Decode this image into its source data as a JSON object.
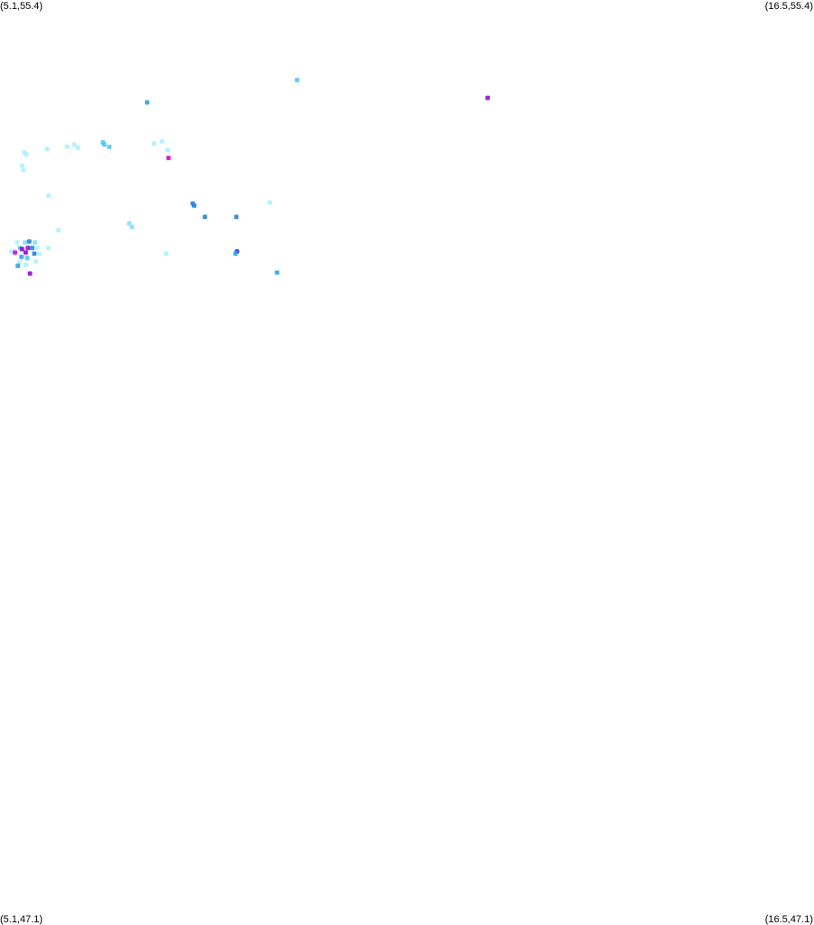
{
  "corners": {
    "top_left": "(5.1,55.4)",
    "top_right": "(16.5,55.4)",
    "bottom_left": "(5.1,47.1)",
    "bottom_right": "(16.5,47.1)"
  },
  "colors": {
    "background": "#ffffff",
    "label": "#000000",
    "light_cyan": "#aaf0ff",
    "cyan": "#7fdcff",
    "sky": "#4fc3f7",
    "blue": "#2a9de8",
    "mid_blue": "#1e7fd8",
    "deep_blue": "#1a40d8",
    "violet": "#8a00d4",
    "magenta": "#cc00cc"
  },
  "chart_data": {
    "type": "scatter",
    "xlim": [
      5.1,
      16.5
    ],
    "ylim": [
      47.1,
      55.4
    ],
    "points": [
      {
        "lon": 9.26,
        "lat": 54.68,
        "color": "sky"
      },
      {
        "lon": 11.93,
        "lat": 54.52,
        "color": "violet"
      },
      {
        "lon": 7.16,
        "lat": 54.48,
        "color": "blue"
      },
      {
        "lon": 6.14,
        "lat": 54.1,
        "color": "light_cyan"
      },
      {
        "lon": 6.19,
        "lat": 54.07,
        "color": "light_cyan"
      },
      {
        "lon": 6.04,
        "lat": 54.08,
        "color": "light_cyan"
      },
      {
        "lon": 6.54,
        "lat": 54.12,
        "color": "sky"
      },
      {
        "lon": 6.56,
        "lat": 54.1,
        "color": "sky"
      },
      {
        "lon": 6.63,
        "lat": 54.08,
        "color": "sky"
      },
      {
        "lon": 7.37,
        "lat": 54.13,
        "color": "light_cyan"
      },
      {
        "lon": 7.26,
        "lat": 54.11,
        "color": "light_cyan"
      },
      {
        "lon": 5.76,
        "lat": 54.06,
        "color": "light_cyan"
      },
      {
        "lon": 5.44,
        "lat": 54.03,
        "color": "light_cyan"
      },
      {
        "lon": 5.47,
        "lat": 54.01,
        "color": "light_cyan"
      },
      {
        "lon": 7.45,
        "lat": 54.05,
        "color": "light_cyan"
      },
      {
        "lon": 7.46,
        "lat": 53.98,
        "color": "magenta"
      },
      {
        "lon": 5.41,
        "lat": 53.91,
        "color": "light_cyan"
      },
      {
        "lon": 5.43,
        "lat": 53.87,
        "color": "light_cyan"
      },
      {
        "lon": 5.78,
        "lat": 53.64,
        "color": "light_cyan"
      },
      {
        "lon": 7.8,
        "lat": 53.57,
        "color": "mid_blue"
      },
      {
        "lon": 7.82,
        "lat": 53.55,
        "color": "mid_blue"
      },
      {
        "lon": 8.88,
        "lat": 53.58,
        "color": "light_cyan"
      },
      {
        "lon": 7.97,
        "lat": 53.45,
        "color": "mid_blue"
      },
      {
        "lon": 8.41,
        "lat": 53.45,
        "color": "mid_blue"
      },
      {
        "lon": 6.91,
        "lat": 53.39,
        "color": "cyan"
      },
      {
        "lon": 6.95,
        "lat": 53.36,
        "color": "cyan"
      },
      {
        "lon": 5.92,
        "lat": 53.33,
        "color": "light_cyan"
      },
      {
        "lon": 5.34,
        "lat": 53.22,
        "color": "light_cyan"
      },
      {
        "lon": 5.45,
        "lat": 53.22,
        "color": "cyan"
      },
      {
        "lon": 5.51,
        "lat": 53.23,
        "color": "mid_blue"
      },
      {
        "lon": 5.59,
        "lat": 53.22,
        "color": "cyan"
      },
      {
        "lon": 5.38,
        "lat": 53.17,
        "color": "sky"
      },
      {
        "lon": 5.49,
        "lat": 53.17,
        "color": "violet"
      },
      {
        "lon": 5.41,
        "lat": 53.16,
        "color": "violet"
      },
      {
        "lon": 5.55,
        "lat": 53.17,
        "color": "mid_blue"
      },
      {
        "lon": 5.62,
        "lat": 53.17,
        "color": "light_cyan"
      },
      {
        "lon": 5.78,
        "lat": 53.17,
        "color": "light_cyan"
      },
      {
        "lon": 5.26,
        "lat": 53.14,
        "color": "light_cyan"
      },
      {
        "lon": 5.31,
        "lat": 53.13,
        "color": "magenta"
      },
      {
        "lon": 5.46,
        "lat": 53.13,
        "color": "violet"
      },
      {
        "lon": 5.58,
        "lat": 53.12,
        "color": "mid_blue"
      },
      {
        "lon": 5.65,
        "lat": 53.12,
        "color": "light_cyan"
      },
      {
        "lon": 5.4,
        "lat": 53.09,
        "color": "blue"
      },
      {
        "lon": 5.48,
        "lat": 53.08,
        "color": "sky"
      },
      {
        "lon": 5.37,
        "lat": 53.04,
        "color": "light_cyan"
      },
      {
        "lon": 5.35,
        "lat": 53.01,
        "color": "blue"
      },
      {
        "lon": 5.46,
        "lat": 53.02,
        "color": "light_cyan"
      },
      {
        "lon": 5.6,
        "lat": 53.05,
        "color": "light_cyan"
      },
      {
        "lon": 5.52,
        "lat": 52.94,
        "color": "violet"
      },
      {
        "lon": 8.42,
        "lat": 53.14,
        "color": "deep_blue"
      },
      {
        "lon": 8.4,
        "lat": 53.12,
        "color": "blue"
      },
      {
        "lon": 7.43,
        "lat": 53.12,
        "color": "light_cyan"
      },
      {
        "lon": 8.98,
        "lat": 52.95,
        "color": "blue"
      }
    ]
  }
}
